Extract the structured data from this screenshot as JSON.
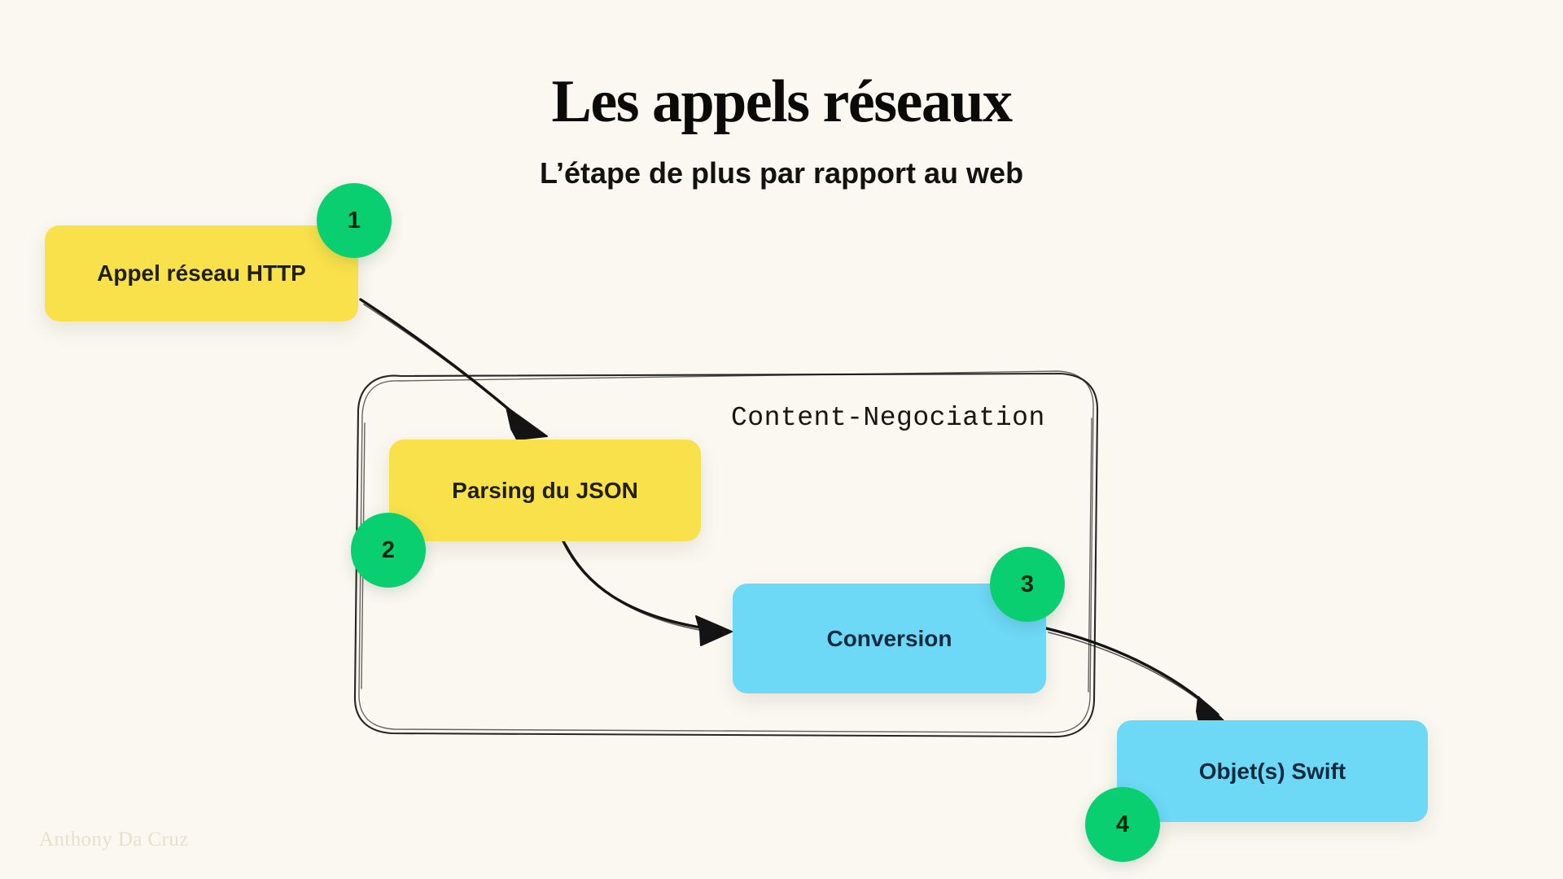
{
  "slide": {
    "title": "Les appels réseaux",
    "subtitle": "L’étape de plus par rapport au web",
    "watermark": "Anthony Da Cruz",
    "background_color": "#FAF8F0"
  },
  "container": {
    "label": "Content-Negociation",
    "style": "hand-drawn-rounded-rectangle"
  },
  "nodes": [
    {
      "id": "http",
      "label": "Appel réseau HTTP",
      "color": "#F9E14B",
      "text_color": "#20200C"
    },
    {
      "id": "parsing",
      "label": "Parsing du JSON",
      "color": "#F9E14B",
      "text_color": "#20200C"
    },
    {
      "id": "conversion",
      "label": "Conversion",
      "color": "#6ED8F7",
      "text_color": "#102A3D"
    },
    {
      "id": "swift",
      "label": "Objet(s) Swift",
      "color": "#6ED8F7",
      "text_color": "#102A3D"
    }
  ],
  "badges": [
    {
      "id": "1",
      "number": "1",
      "color": "#0ACF71"
    },
    {
      "id": "2",
      "number": "2",
      "color": "#0ACF71"
    },
    {
      "id": "3",
      "number": "3",
      "color": "#0ACF71"
    },
    {
      "id": "4",
      "number": "4",
      "color": "#0ACF71"
    }
  ]
}
